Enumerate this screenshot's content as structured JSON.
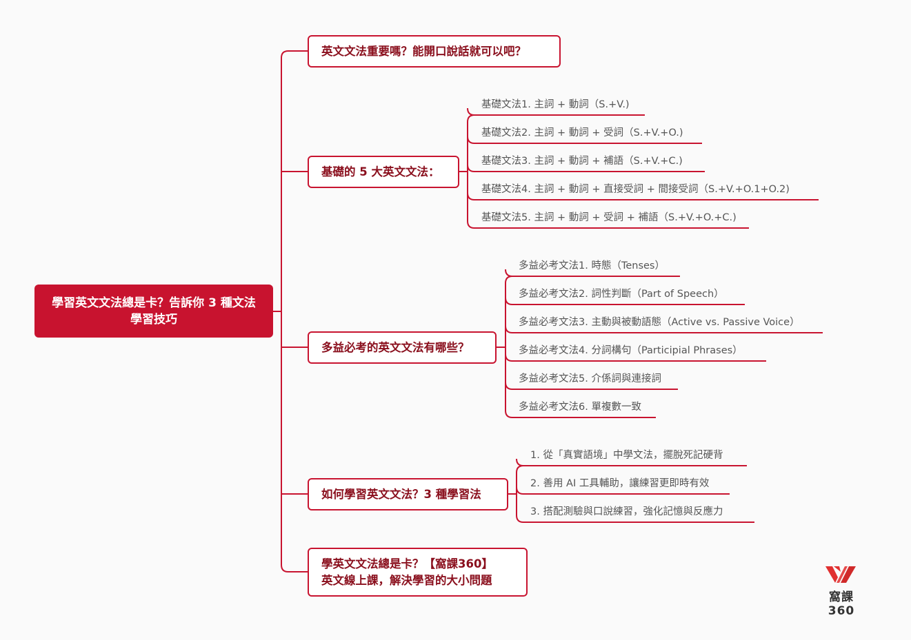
{
  "root": {
    "title": "學習英文文法總是卡？告訴你 3 種文法學習技巧"
  },
  "branches": [
    {
      "label": "英文文法重要嗎？能開口說話就可以吧？",
      "leaves": []
    },
    {
      "label": "基礎的 5 大英文文法：",
      "leaves": [
        "基礎文法1. 主詞 + 動詞（S.+V.)",
        "基礎文法2. 主詞 + 動詞 + 受詞（S.+V.+O.)",
        "基礎文法3. 主詞 + 動詞 + 補語（S.+V.+C.)",
        "基礎文法4. 主詞 + 動詞 + 直接受詞 + 間接受詞（S.+V.+O.1+O.2)",
        "基礎文法5. 主詞 + 動詞 + 受詞 + 補語（S.+V.+O.+C.)"
      ]
    },
    {
      "label": "多益必考的英文文法有哪些？",
      "leaves": [
        "多益必考文法1. 時態（Tenses）",
        "多益必考文法2. 詞性判斷（Part of Speech）",
        "多益必考文法3. 主動與被動語態（Active vs. Passive Voice）",
        "多益必考文法4. 分詞構句（Participial Phrases）",
        "多益必考文法5. 介係詞與連接詞",
        "多益必考文法6. 單複數一致"
      ]
    },
    {
      "label": "如何學習英文文法？3 種學習法",
      "leaves": [
        "1. 從「真實語境」中學文法，擺脫死記硬背",
        "2. 善用 AI 工具輔助，讓練習更即時有效",
        "3. 搭配測驗與口說練習，強化記憶與反應力"
      ]
    },
    {
      "label": "學英文文法總是卡？【窩課360】\n英文線上課，解決學習的大小問題",
      "leaves": []
    }
  ],
  "logo": {
    "text": "窩課360"
  },
  "colors": {
    "accent": "#c8132f",
    "branch_text": "#8a0f1d",
    "leaf_text": "#555555"
  }
}
